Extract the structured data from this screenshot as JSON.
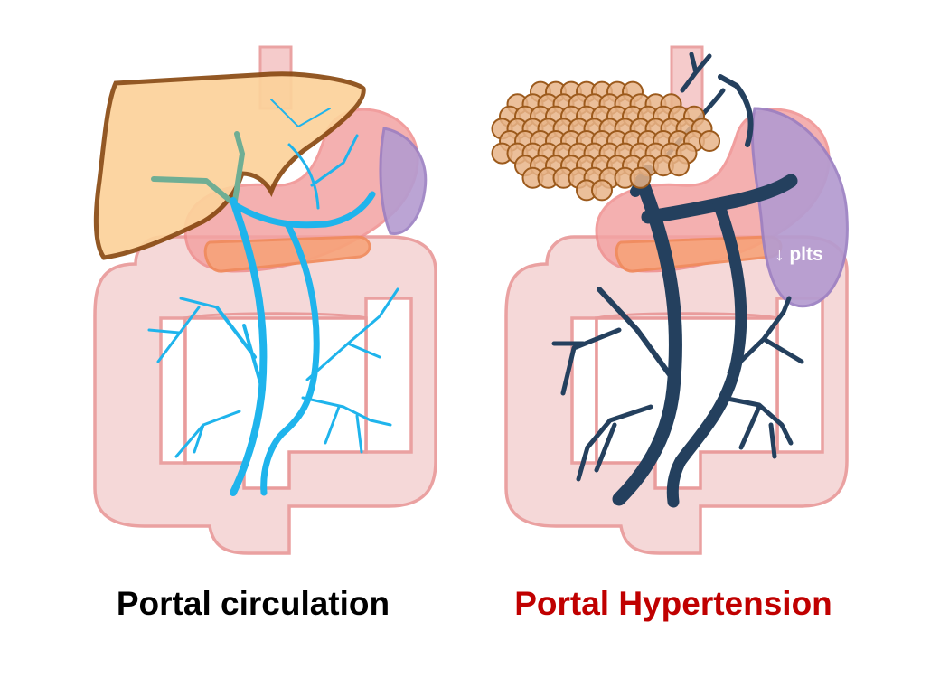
{
  "panels": {
    "left": {
      "caption": "Portal circulation"
    },
    "right": {
      "caption": "Portal Hypertension",
      "spleen_label": "↓ plts"
    }
  },
  "colors": {
    "gut_fill": "#f5d6d6",
    "gut_outline": "#e89a9a",
    "stomach_fill": "#f3a3a3",
    "pancreas_fill": "#f7a37a",
    "liver_fill": "#fcd29b",
    "liver_outline": "#8a4a12",
    "cirrhotic_nodule_fill": "#e8b488",
    "spleen_fill": "#b49bd0",
    "normal_vein": "#1fb4ec",
    "hypertensive_vein": "#24405e",
    "hepatic_vein_branch": "#6fae94",
    "caption_normal": "#000000",
    "caption_disease": "#c00000",
    "spleen_label": "#ffffff"
  },
  "icons": {
    "left_liver": "normal-liver",
    "right_liver": "cirrhotic-nodular-liver",
    "right_spleen": "enlarged-spleen"
  }
}
